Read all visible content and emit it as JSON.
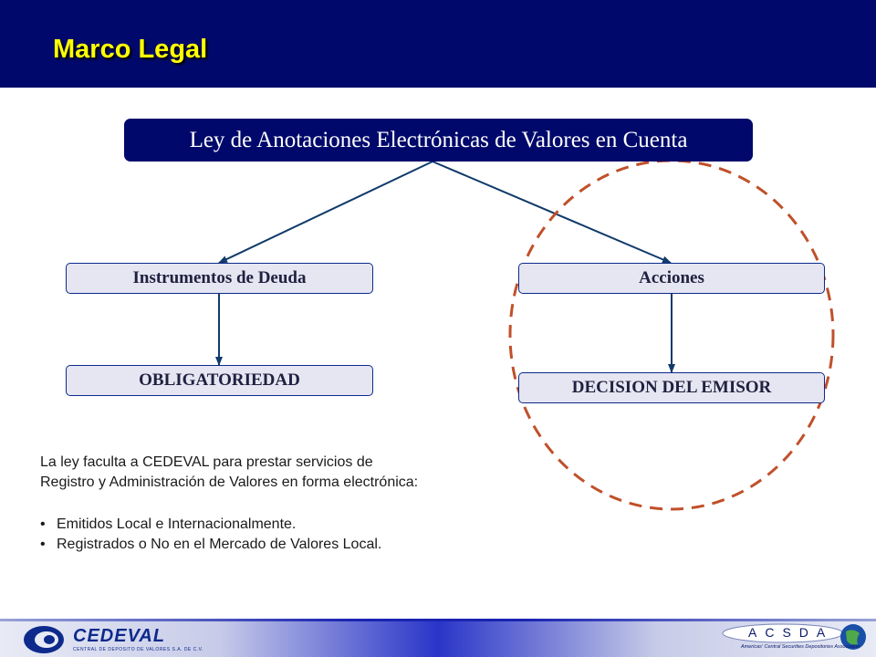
{
  "slide": {
    "title": "Marco Legal"
  },
  "diagram": {
    "root": "Ley de Anotaciones Electrónicas de Valores en Cuenta",
    "left_branch": "Instrumentos de Deuda",
    "right_branch": "Acciones",
    "left_leaf": "OBLIGATORIEDAD",
    "right_leaf": "DECISION DEL EMISOR"
  },
  "body": {
    "paragraph_line1": "La  ley faculta a CEDEVAL para prestar servicios de",
    "paragraph_line2": "Registro y Administración de Valores en forma electrónica:",
    "bullets": [
      "Emitidos Local e Internacionalmente.",
      "Registrados o No en el Mercado de Valores Local."
    ]
  },
  "footer": {
    "left_logo_text": "CEDEVAL",
    "left_logo_subtext": "CENTRAL DE DEPOSITO DE VALORES S.A. DE C.V.",
    "right_logo_text": "ACSDA",
    "right_logo_subtext": "Americas' Central Securities Depositories Association"
  },
  "colors": {
    "header": "#00096b",
    "title": "#ffff00",
    "box_fill": "#e6e6f2",
    "box_border": "#0b2a8a",
    "connector": "#103a6a",
    "highlight_circle": "#c0502a"
  }
}
